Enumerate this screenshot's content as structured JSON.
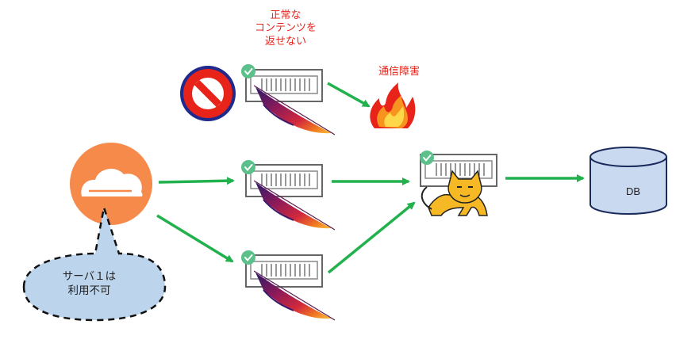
{
  "labels": {
    "bad_content": "正常な\nコンテンツを\n返せない",
    "network_failure": "通信障害",
    "server1_status": "サーバ１は\n利用不可",
    "db": "DB"
  },
  "icons": {
    "cdn": "cloudflare-icon",
    "web_server": "apache-server-icon",
    "app_server": "tomcat-server-icon",
    "prohibited": "no-entry-icon",
    "fire": "fire-icon",
    "database": "database-cylinder-icon",
    "health_check": "green-check-icon"
  },
  "colors": {
    "arrow": "#22b14c",
    "error_text": "#e8231a",
    "cdn_orange": "#f58a4b",
    "db_fill": "#c9daf0",
    "bubble_fill": "#bcd4ec",
    "prohibit_red": "#e8231a",
    "prohibit_ring": "#1f2a8c"
  }
}
